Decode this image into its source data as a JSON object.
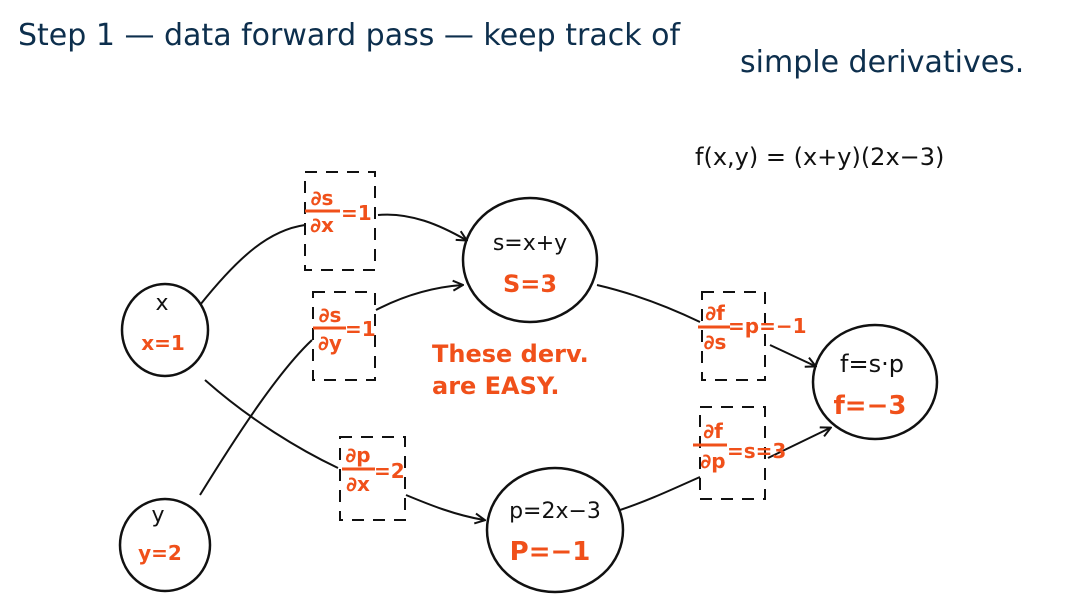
{
  "title": {
    "line1": "Step 1 — data forward pass — keep track of",
    "line2": "simple derivatives."
  },
  "equation": "f(x,y) = (x+y)(2x−3)",
  "nodes": {
    "x": {
      "label": "x",
      "value": "x=1"
    },
    "y": {
      "label": "y",
      "value": "y=2"
    },
    "s": {
      "label": "s=x+y",
      "value": "S=3"
    },
    "p": {
      "label": "p=2x−3",
      "value": "P=−1"
    },
    "f": {
      "label": "f=s·p",
      "value": "f=−3"
    }
  },
  "derivatives": {
    "ds_dx": {
      "num": "∂s",
      "den": "∂x",
      "value": "=1"
    },
    "ds_dy": {
      "num": "∂s",
      "den": "∂y",
      "value": "=1"
    },
    "dp_dx": {
      "num": "∂p",
      "den": "∂x",
      "value": "=2"
    },
    "df_ds": {
      "num": "∂f",
      "den": "∂s",
      "value": "=p=−1"
    },
    "df_dp": {
      "num": "∂f",
      "den": "∂p",
      "value": "=s=3"
    }
  },
  "note": {
    "line1": "These derv.",
    "line2": "are EASY."
  },
  "colors": {
    "ink": "#111111",
    "title": "#0d2f4d",
    "accent": "#f0501a"
  }
}
